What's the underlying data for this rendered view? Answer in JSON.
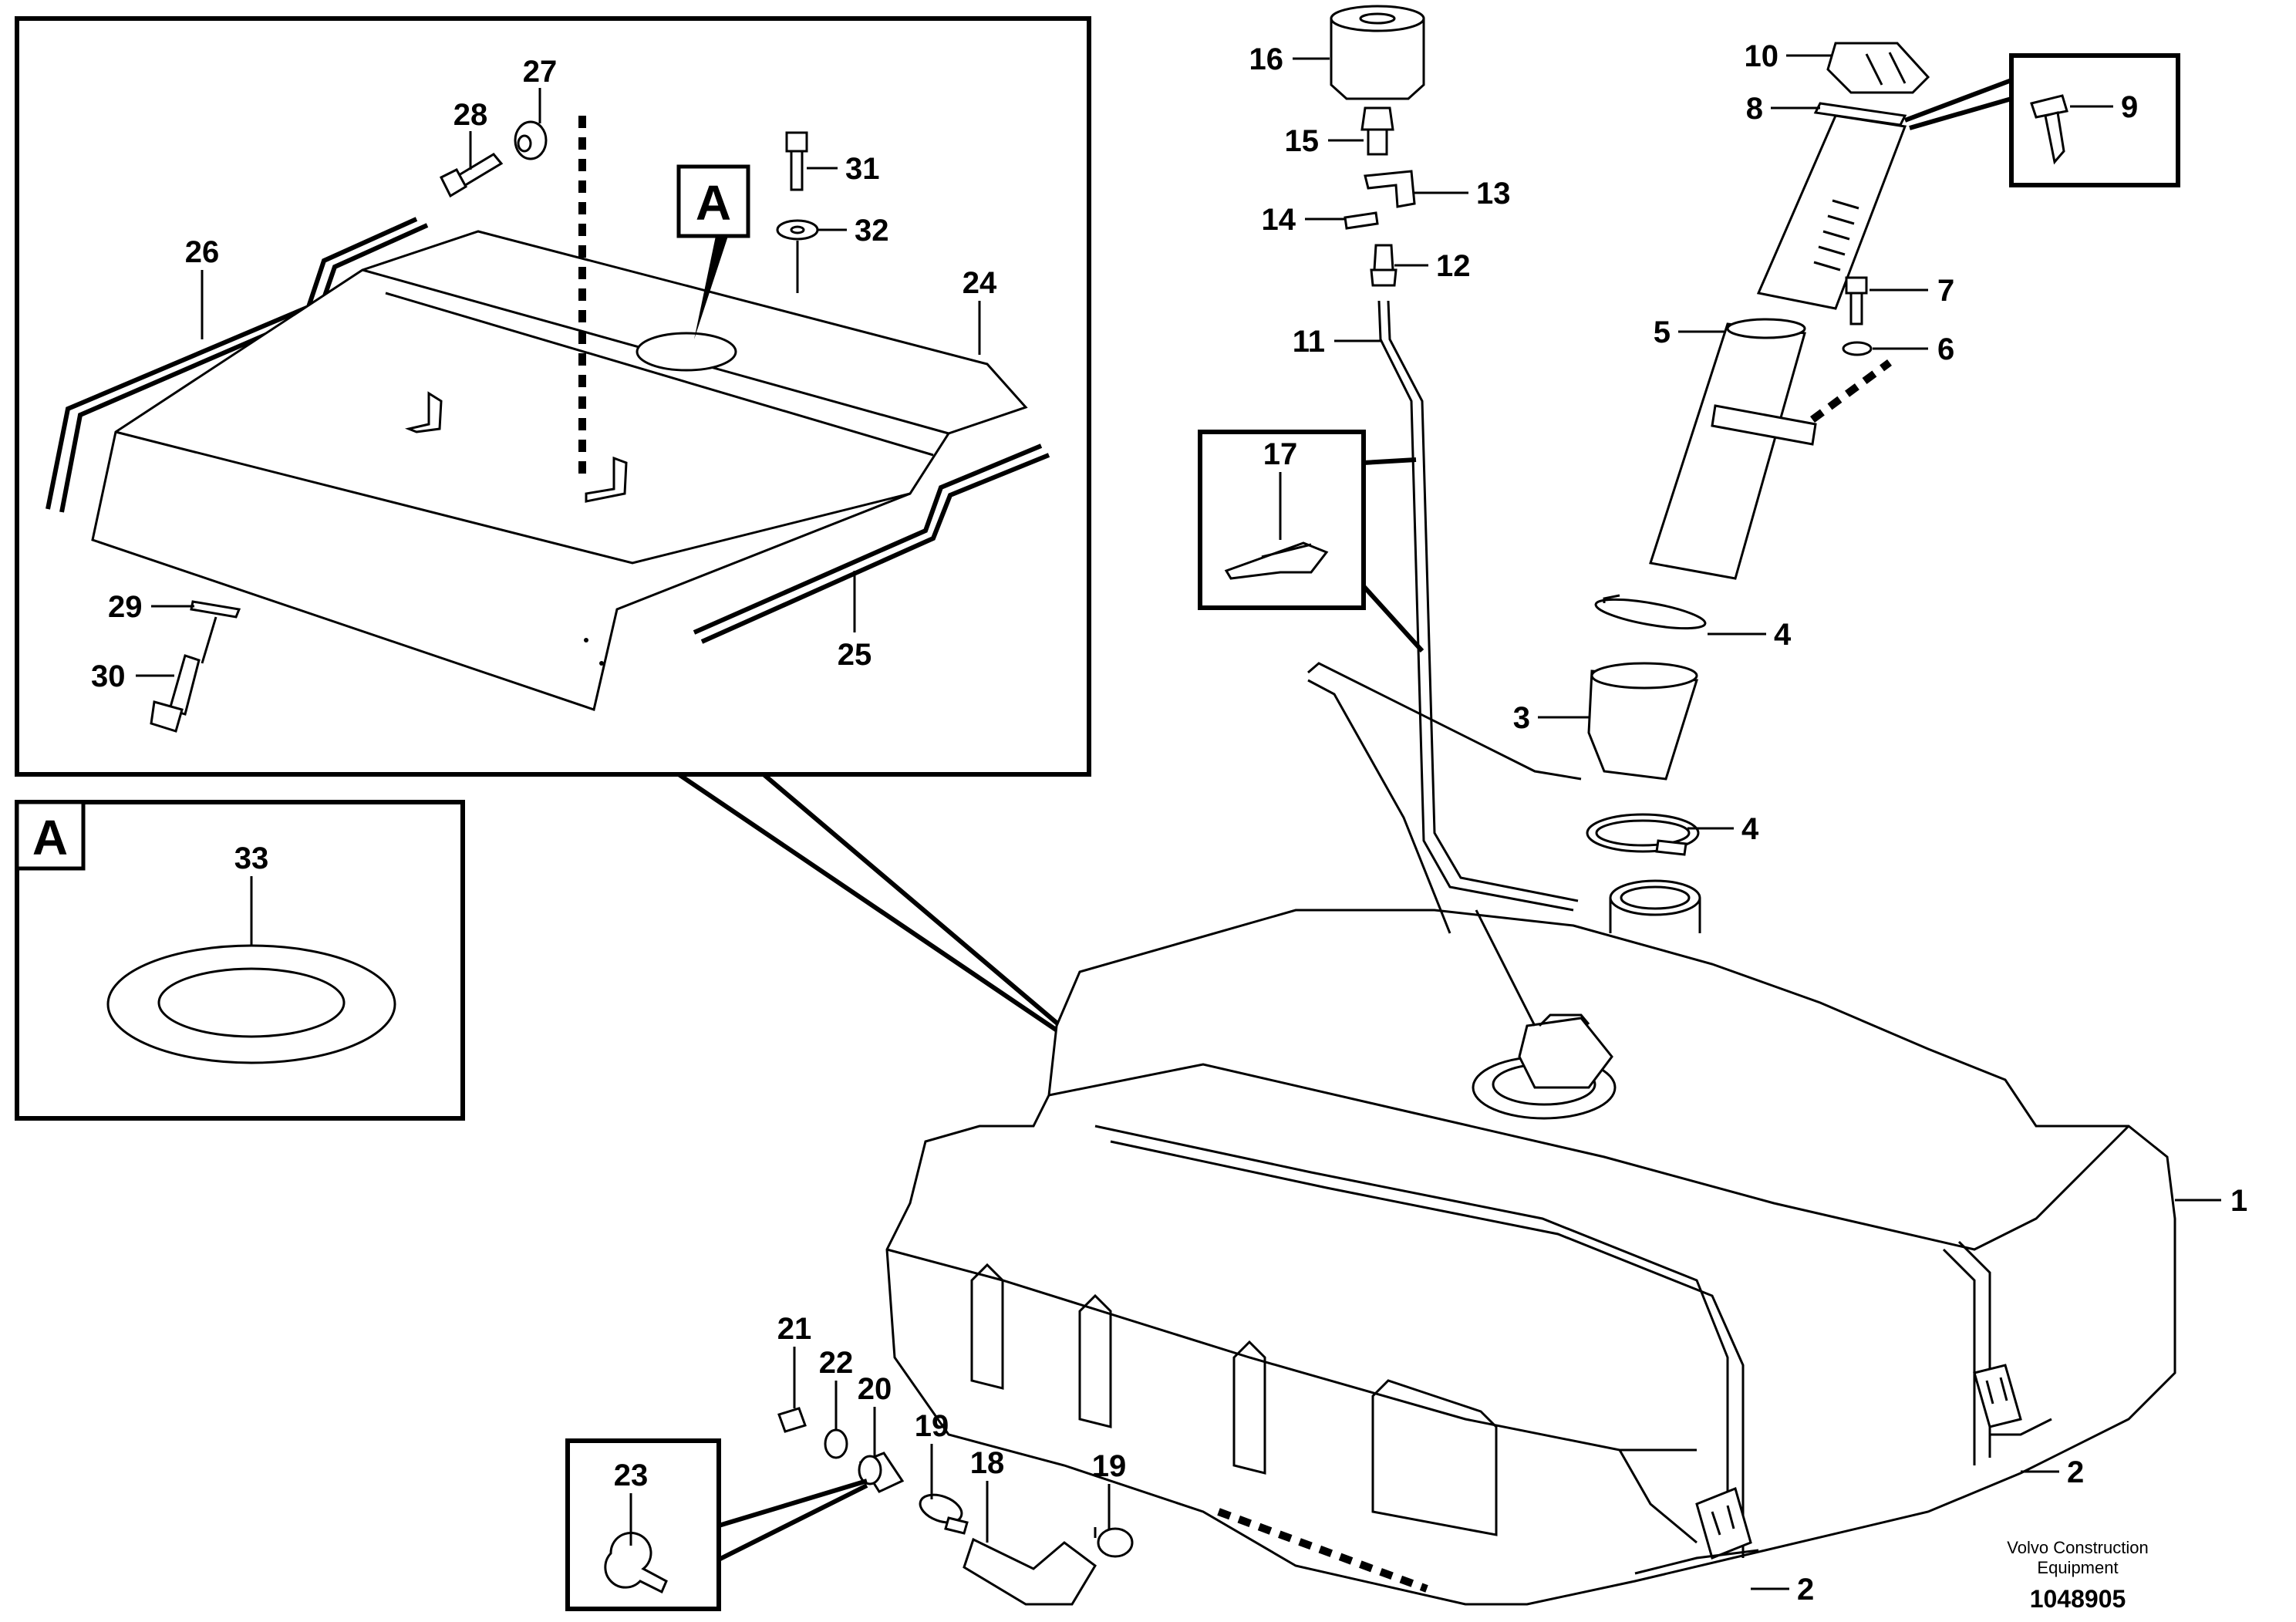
{
  "detail_box_label": "A",
  "callouts": {
    "c1": "1",
    "c2a": "2",
    "c2b": "2",
    "c3": "3",
    "c4a": "4",
    "c4b": "4",
    "c5": "5",
    "c6": "6",
    "c7": "7",
    "c8": "8",
    "c9": "9",
    "c10": "10",
    "c11": "11",
    "c12": "12",
    "c13": "13",
    "c14": "14",
    "c15": "15",
    "c16": "16",
    "c17": "17",
    "c18": "18",
    "c19a": "19",
    "c19b": "19",
    "c20": "20",
    "c21": "21",
    "c22": "22",
    "c23": "23",
    "c24": "24",
    "c25": "25",
    "c26": "26",
    "c27": "27",
    "c28": "28",
    "c29": "29",
    "c30": "30",
    "c31": "31",
    "c32": "32",
    "c33": "33"
  },
  "credit_line1": "Volvo Construction",
  "credit_line2": "Equipment",
  "doc_number": "1048905"
}
